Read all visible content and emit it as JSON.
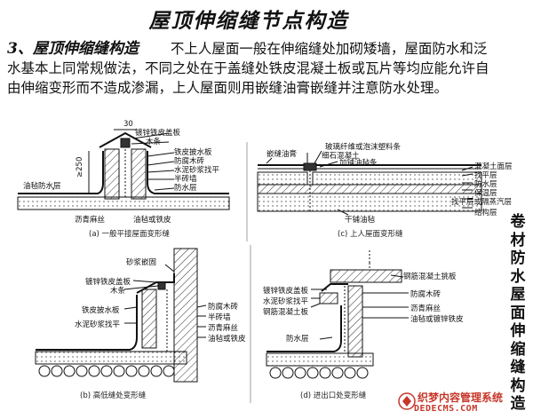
{
  "page": {
    "title": "屋顶伸缩缝节点构造",
    "section_heading": "3、屋顶伸缩缝构造",
    "intro_text": "不上人屋面一般在伸缩缝处加砌矮墙，屋面防水和泛水基本上同常规做法，不同之处在于盖缝处铁皮混凝土板或瓦片等均应能允许自由伸缩变形而不造成渗漏，上人屋面则用嵌缝油膏嵌缝并注意防水处理。",
    "side_title": "卷材防水屋面伸缩缝构造"
  },
  "diagrams": {
    "a": {
      "caption": "(a) 一般平接屋面变形缝",
      "dims": [
        "30",
        "≥250"
      ],
      "labels": [
        "镀锌铁皮盖板",
        "木条",
        "铁皮披水板",
        "防腐木砖",
        "水泥砂浆找平",
        "半砖墙",
        "防水层",
        "油毡防水层",
        "沥青麻丝",
        "油毡或铁皮"
      ]
    },
    "c": {
      "caption": "(c) 上人屋面变形缝",
      "labels": [
        "玻璃纤维或泡沫塑料条",
        "嵌缝油膏",
        "细石混凝土",
        "加铺油毡条",
        "混凝土面层",
        "找平层",
        "防水层",
        "保温层",
        "找平层或隔蒸汽层",
        "结构层",
        "干铺油毡"
      ]
    },
    "b": {
      "caption": "(b) 高低缝处变形缝",
      "labels": [
        "砂浆嵌固",
        "镀锌铁皮盖板",
        "木条",
        "铁皮披水板",
        "水泥砂浆找平",
        "防腐木砖",
        "半砖墙",
        "沥青麻丝",
        "油毡或铁皮"
      ]
    },
    "d": {
      "caption": "(d) 进出口处变形缝",
      "labels": [
        "钢筋混凝土挑板",
        "镀锌铁皮盖板",
        "水泥砂浆找平",
        "钢筋混凝土板",
        "防腐木砖",
        "沥青麻丝",
        "油毡或镀锌铁皮",
        "防水层"
      ]
    }
  },
  "watermark": {
    "line1": "织梦内容管理系统",
    "line2": "DEDECMS.COM"
  }
}
